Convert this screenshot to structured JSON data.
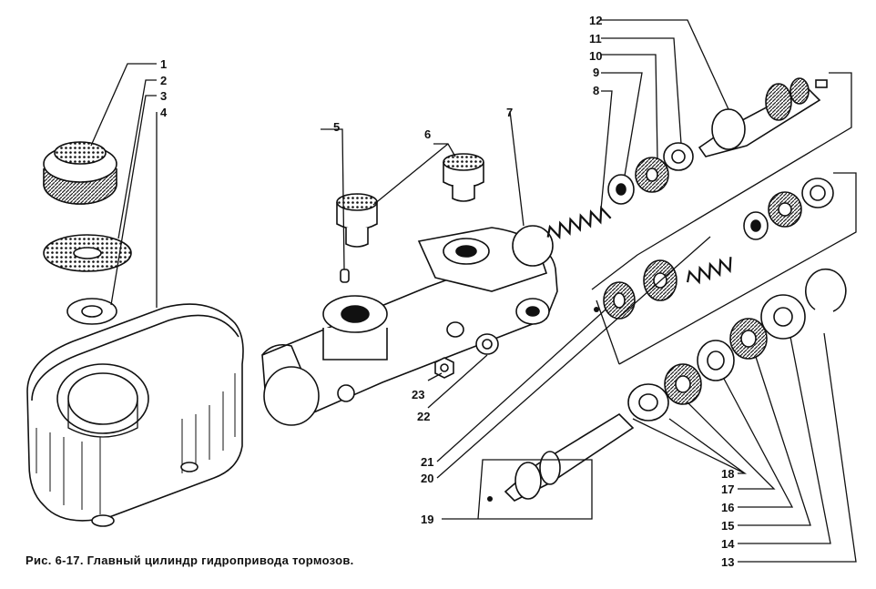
{
  "caption": "Рис. 6-17. Главный цилиндр гидропривода тормозов.",
  "labels": {
    "p1": "1",
    "p2": "2",
    "p3": "3",
    "p4": "4",
    "p5": "5",
    "p6": "6",
    "p7": "7",
    "p8": "8",
    "p9": "9",
    "p10": "10",
    "p11": "11",
    "p12": "12",
    "p13": "13",
    "p14": "14",
    "p15": "15",
    "p16": "16",
    "p17": "17",
    "p18": "18",
    "p19": "19",
    "p20": "20",
    "p21": "21",
    "p22": "22",
    "p23": "23"
  }
}
